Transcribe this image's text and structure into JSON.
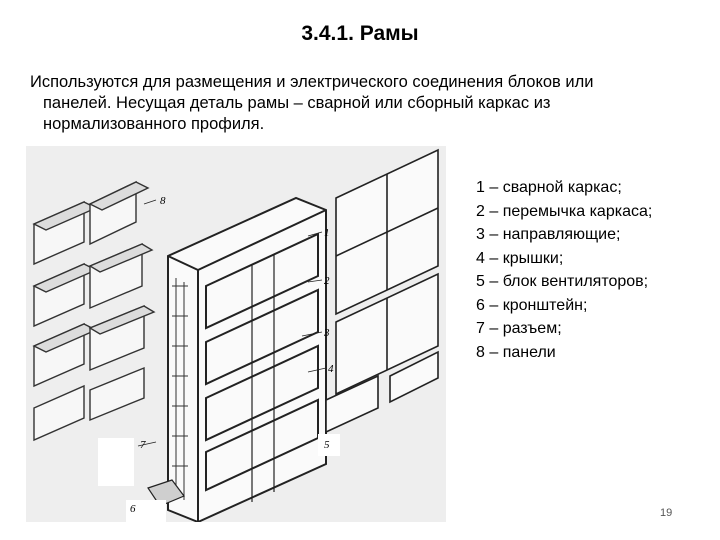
{
  "slide": {
    "title": "3.4.1. Рамы",
    "paragraph_lines": [
      "Используются для размещения и электрического соединения блоков или",
      "панелей. Несущая деталь рамы – сварной или сборный каркас из",
      "нормализованного профиля."
    ],
    "figure_callouts": [
      "1",
      "2",
      "3",
      "4",
      "5",
      "6",
      "7",
      "8"
    ],
    "legend": [
      "1 – сварной каркас;",
      "2 – перемычка каркаса;",
      "3 – направляющие;",
      "4 – крышки;",
      "5 – блок вентиляторов;",
      "6 – кронштейн;",
      "7 – разъем;",
      "8 – панели"
    ],
    "page_number": "19"
  }
}
